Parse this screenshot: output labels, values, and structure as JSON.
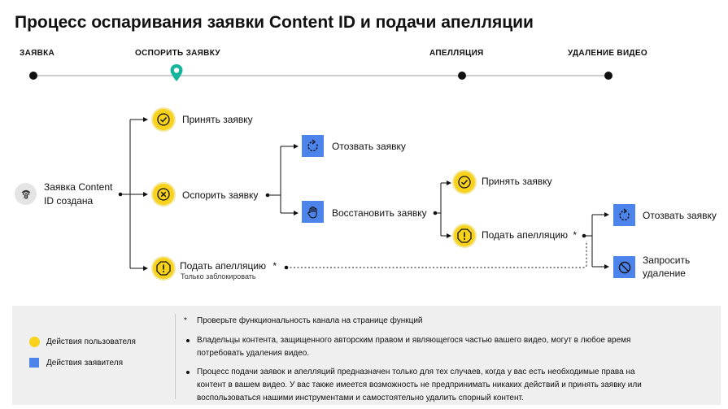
{
  "title": "Процесс оспаривания заявки Content ID и подачи апелляции",
  "stages": {
    "claim": "ЗАЯВКА",
    "dispute": "ОСПОРИТЬ ЗАЯВКУ",
    "appeal": "АПЕЛЛЯЦИЯ",
    "removal": "УДАЛЕНИЕ ВИДЕО"
  },
  "nodes": {
    "start": {
      "line1": "Заявка Content",
      "line2": "ID создана",
      "icon": "fingerprint-icon"
    },
    "accept1": {
      "label": "Принять заявку",
      "icon": "check-icon"
    },
    "dispute": {
      "label": "Оспорить заявку",
      "icon": "x-icon"
    },
    "appeal_blocked": {
      "label": "Подать апелляцию",
      "star": "*",
      "sub": "Только заблокировать",
      "icon": "warning-icon"
    },
    "withdraw1": {
      "label": "Отозвать заявку",
      "icon": "refresh-icon"
    },
    "reinstate": {
      "label": "Восстановить заявку",
      "icon": "hand-icon"
    },
    "accept2": {
      "label": "Принять заявку",
      "icon": "check-icon"
    },
    "appeal2": {
      "label": "Подать апелляцию",
      "star": "*",
      "icon": "warning-icon"
    },
    "withdraw2": {
      "label": "Отозвать заявку",
      "icon": "refresh-icon"
    },
    "takedown": {
      "line1": "Запросить",
      "line2": "удаление",
      "icon": "block-icon"
    }
  },
  "legend": {
    "user": "Действия пользователя",
    "claimant": "Действия заявителя",
    "user_color": "#f8d21c",
    "claimant_color": "#4c84ec",
    "note_star": "*",
    "note1": "Проверьте функциональность канала на странице функций",
    "note2_line1": "Владельцы контента, защищенного авторским правом и являющегося частью вашего видео, могут в любое время",
    "note2_line2": "потребовать удаления видео.",
    "note3_line1": "Процесс подачи заявок и апелляций предназначен только для тех случаев, когда у вас есть необходимые права на",
    "note3_line2": "контент в вашем видео. У вас также имеется возможность не предпринимать никаких действий и принять заявку или",
    "note3_line3": "воспользоваться нашими инструментами и самостоятельно удалить спорный контент."
  }
}
